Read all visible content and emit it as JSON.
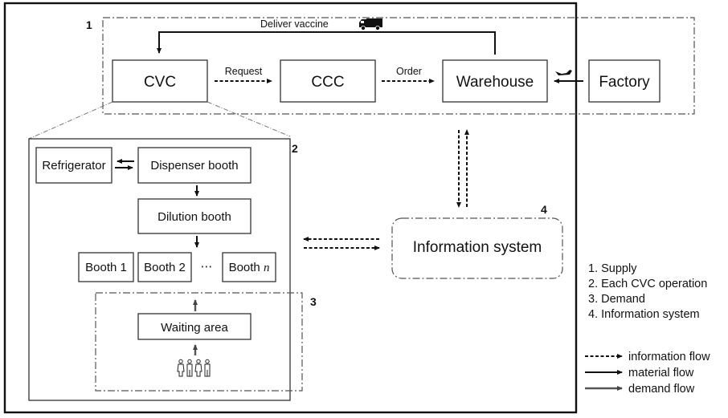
{
  "regions": {
    "supply": {
      "number": "1"
    },
    "cvc_operation": {
      "number": "2"
    },
    "demand": {
      "number": "3"
    },
    "information_system": {
      "number": "4",
      "label": "Information system"
    }
  },
  "supply_chain": {
    "nodes": {
      "cvc": "CVC",
      "ccc": "CCC",
      "warehouse": "Warehouse",
      "factory": "Factory"
    },
    "edges": {
      "request": "Request",
      "order": "Order",
      "deliver": "Deliver vaccine"
    },
    "icons": {
      "truck": "truck-icon",
      "airplane": "airplane-icon"
    }
  },
  "cvc_operation": {
    "refrigerator": "Refrigerator",
    "dispenser": "Dispenser booth",
    "dilution": "Dilution booth",
    "booths": [
      "Booth 1",
      "Booth 2",
      "Booth n"
    ],
    "booth_n_prefix": "Booth ",
    "booth_n_var": "n",
    "ellipsis": "⋯"
  },
  "demand": {
    "waiting_area": "Waiting area",
    "icons": {
      "people": "people-icon"
    }
  },
  "legend": {
    "regions": [
      "1.  Supply",
      "2.  Each CVC operation",
      "3.  Demand",
      "4.  Information system"
    ],
    "flows": [
      {
        "type": "dashed",
        "label": "information flow"
      },
      {
        "type": "solid",
        "label": "material flow"
      },
      {
        "type": "demand",
        "label": "demand flow"
      }
    ]
  }
}
